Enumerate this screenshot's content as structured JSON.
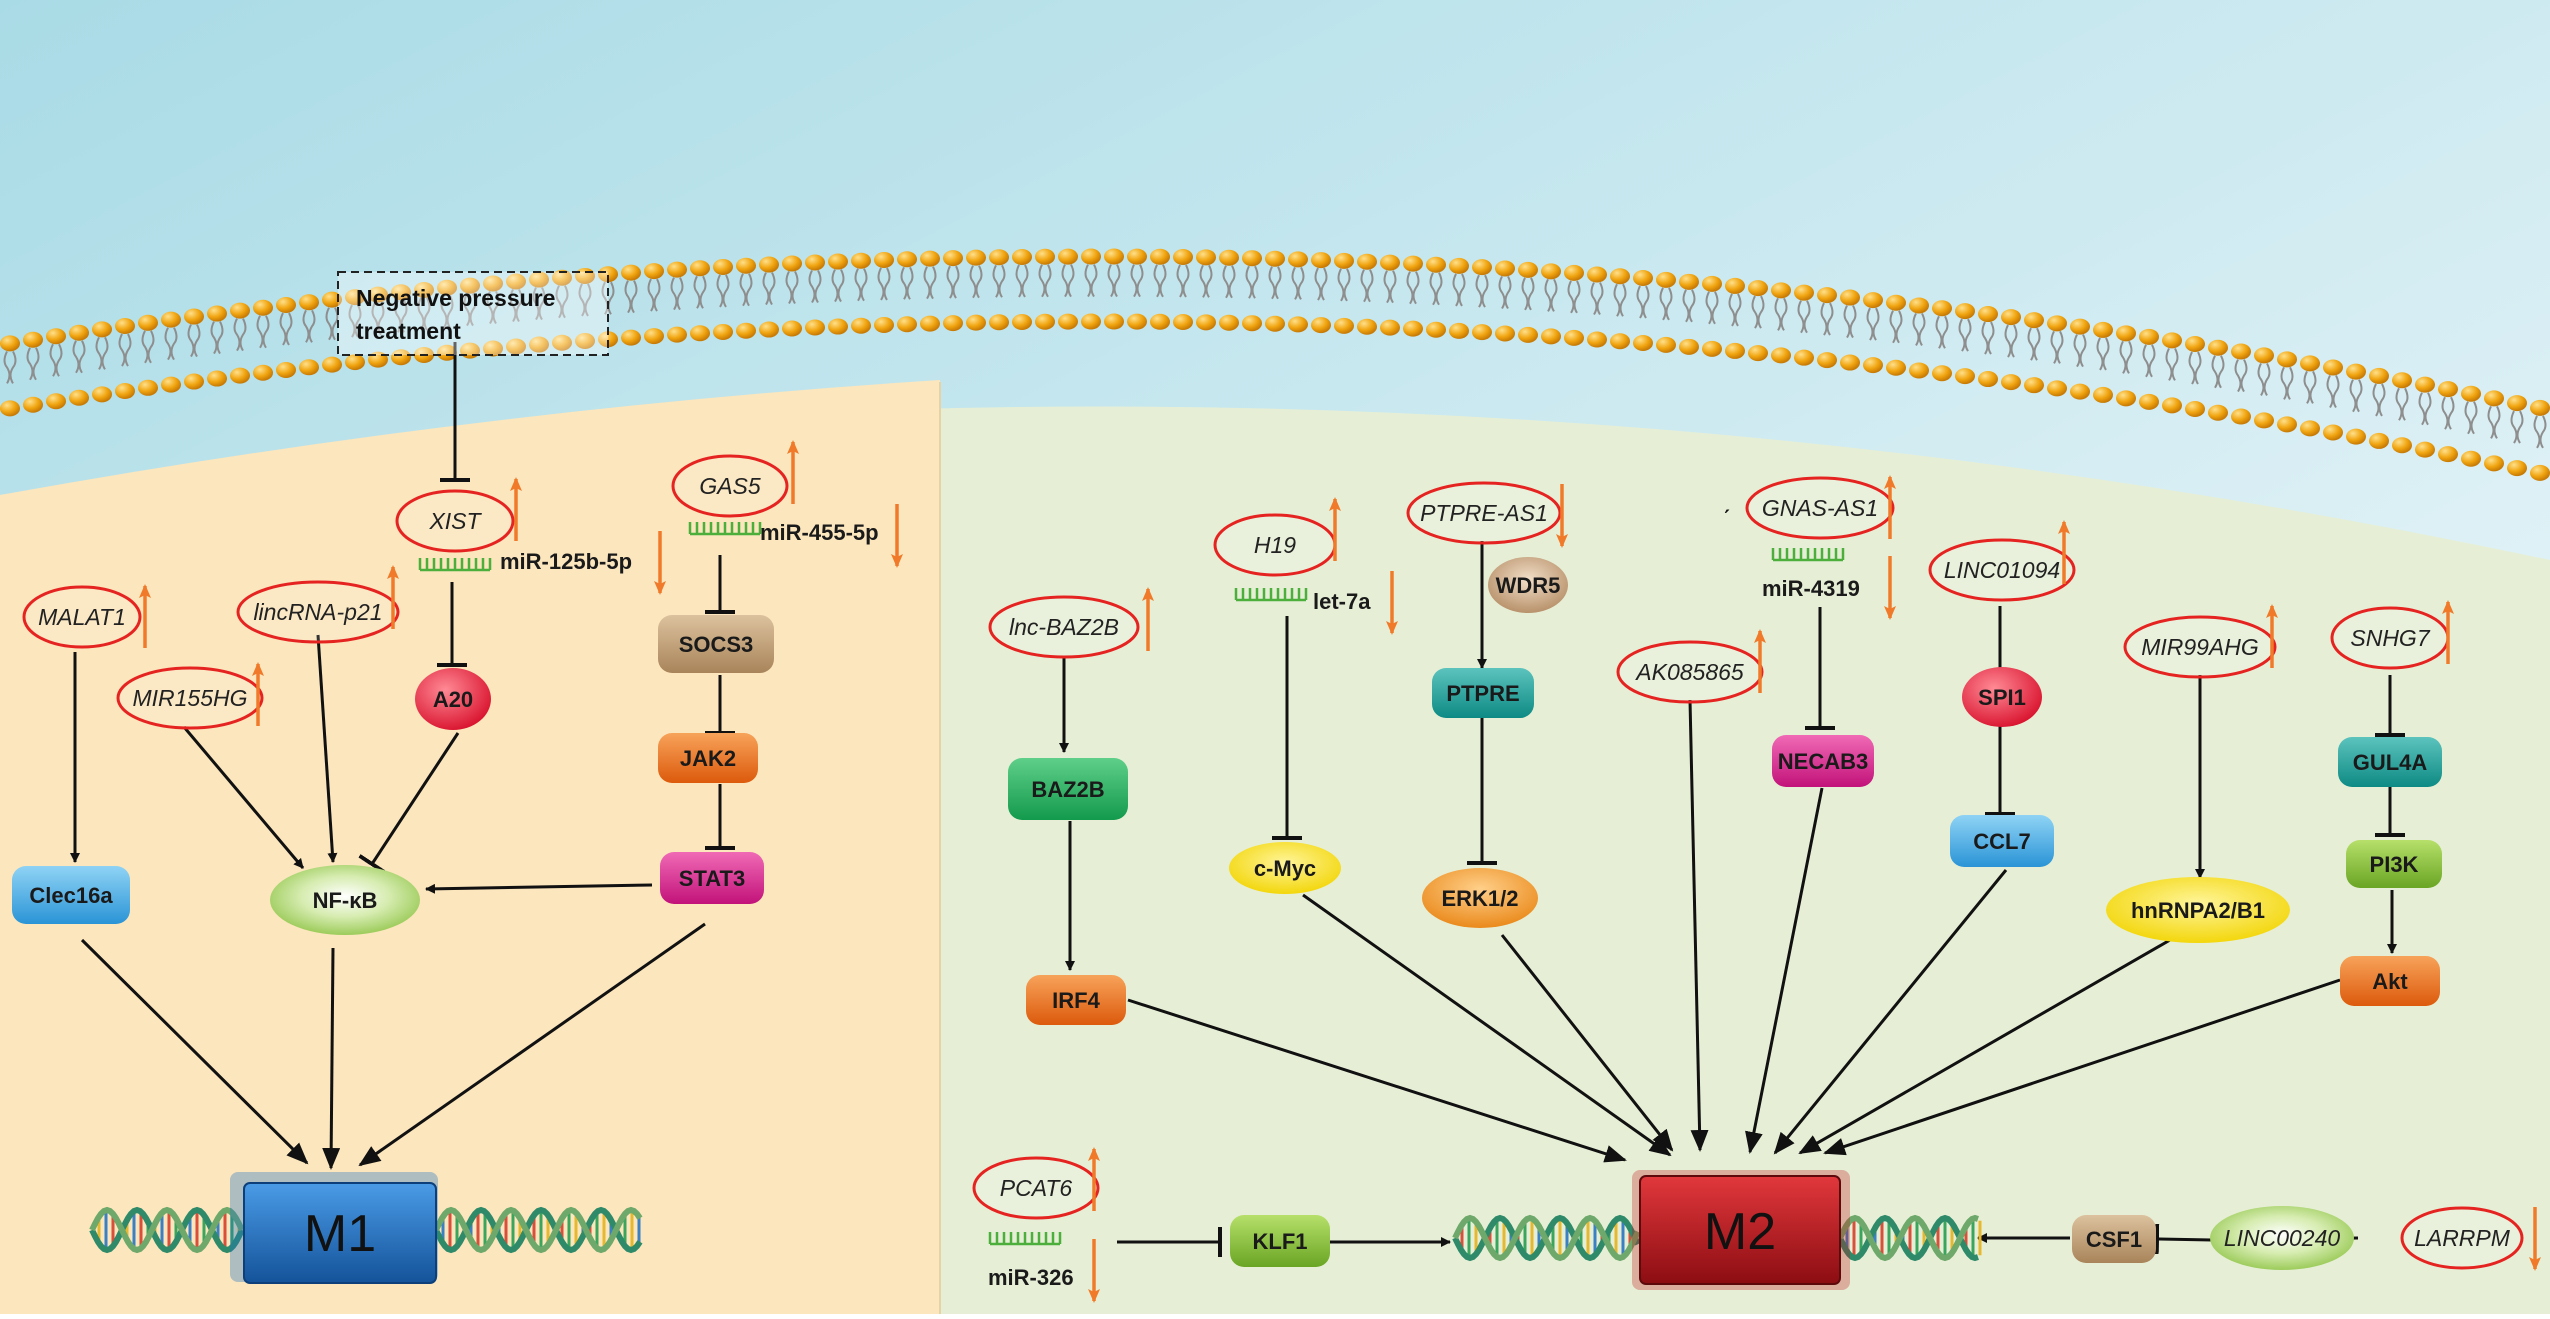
{
  "stimulus": {
    "line1": "Negative pressure",
    "line2": "treatment"
  },
  "m1": {
    "label": "M1",
    "lncrnas": [
      "MALAT1",
      "lincRNA-p21",
      "MIR155HG",
      "XIST",
      "GAS5"
    ],
    "mirnas": [
      "miR-125b-5p",
      "miR-455-5p"
    ],
    "proteins": [
      "A20",
      "SOCS3",
      "JAK2",
      "STAT3",
      "Clec16a",
      "NF-κB"
    ]
  },
  "m2": {
    "label": "M2",
    "lncrnas": [
      "lnc-BAZ2B",
      "H19",
      "PTPRE-AS1",
      "GNAS-AS1",
      "AK085865",
      "LINC01094",
      "MIR99AHG",
      "SNHG7",
      "PCAT6",
      "LINC00240",
      "LARRPM"
    ],
    "mirnas": [
      "let-7a",
      "miR-4319",
      "miR-326"
    ],
    "proteins": [
      "BAZ2B",
      "IRF4",
      "c-Myc",
      "WDR5",
      "PTPRE",
      "ERK1/2",
      "NECAB3",
      "SPI1",
      "CCL7",
      "hnRNPA2/B1",
      "GUL4A",
      "PI3K",
      "Akt",
      "KLF1",
      "CSF1"
    ],
    "stray_mark": "ˏ"
  },
  "regulation": {
    "MALAT1": "up",
    "lincRNA-p21": "up",
    "MIR155HG": "up",
    "XIST": "up",
    "GAS5": "up",
    "miR-125b-5p": "down",
    "miR-455-5p": "down",
    "lnc-BAZ2B": "up",
    "H19": "up",
    "let-7a": "down",
    "PTPRE-AS1": "down",
    "GNAS-AS1": "up",
    "miR-4319": "down",
    "AK085865": "up",
    "LINC01094": "up",
    "MIR99AHG": "up",
    "SNHG7": "up",
    "PCAT6": "up",
    "miR-326": "down",
    "LARRPM": "down"
  },
  "colors": {
    "lnc_outline": "#e52421",
    "arrow_up_down": "#f07a2a",
    "m1_box": "#1f6fc6",
    "m2_box": "#c2151b",
    "m1_region": "#fbe6bd",
    "m2_region": "#e6efd6",
    "sky": "#bfe4ec",
    "membrane_head": "#f0a40f"
  }
}
